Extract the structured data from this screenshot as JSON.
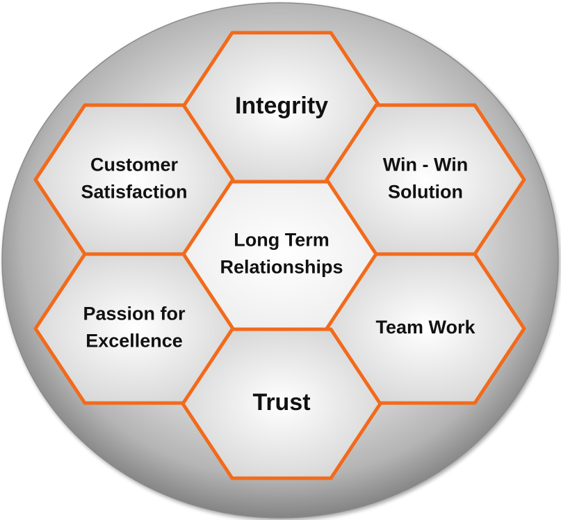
{
  "colors": {
    "hex_stroke": "#f26a1b",
    "circle_center": "#ffffff",
    "circle_edge": "#6e6e6e",
    "hex_fill_center": "#ffffff",
    "hex_fill_edge": "#c9c9c9",
    "text": "#111111"
  },
  "hexagons": [
    {
      "id": "center",
      "lines": [
        "Long Term",
        "Relationships"
      ]
    },
    {
      "id": "top",
      "lines": [
        "Integrity"
      ]
    },
    {
      "id": "top-left",
      "lines": [
        "Customer",
        "Satisfaction"
      ]
    },
    {
      "id": "top-right",
      "lines": [
        "Win - Win",
        "Solution"
      ]
    },
    {
      "id": "bottom-left",
      "lines": [
        "Passion for",
        "Excellence"
      ]
    },
    {
      "id": "bottom-right",
      "lines": [
        "Team Work"
      ]
    },
    {
      "id": "bottom",
      "lines": [
        "Trust"
      ]
    }
  ]
}
